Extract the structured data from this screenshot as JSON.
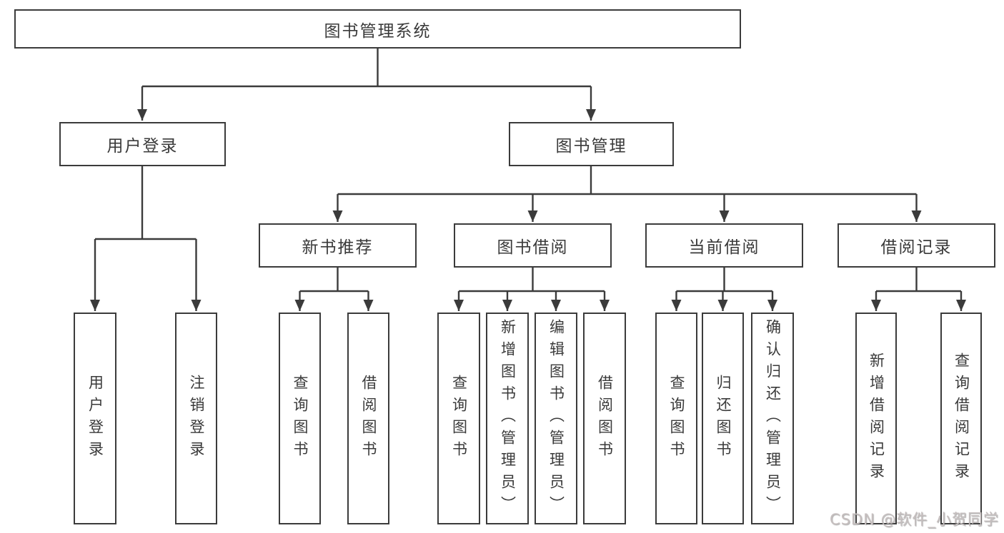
{
  "watermark": {
    "text": "CSDN @软件_小贺同学"
  },
  "colors": {
    "line": "#3b3b3b",
    "text": "#3a3a3a",
    "background": "#ffffff",
    "watermark": "#c6bfbf"
  },
  "tree": {
    "root": {
      "label": "图书管理系统"
    },
    "branches": [
      {
        "label": "用户登录",
        "children": [
          {
            "label": "用户登录"
          },
          {
            "label": "注销登录"
          }
        ]
      },
      {
        "label": "图书管理",
        "children": [
          {
            "label": "新书推荐",
            "children": [
              {
                "label": "查询图书"
              },
              {
                "label": "借阅图书"
              }
            ]
          },
          {
            "label": "图书借阅",
            "children": [
              {
                "label": "查询图书"
              },
              {
                "label": "新增图书（管理员）"
              },
              {
                "label": "编辑图书（管理员）"
              },
              {
                "label": "借阅图书"
              }
            ]
          },
          {
            "label": "当前借阅",
            "children": [
              {
                "label": "查询图书"
              },
              {
                "label": "归还图书"
              },
              {
                "label": "确认归还（管理员）"
              }
            ]
          },
          {
            "label": "借阅记录",
            "children": [
              {
                "label": "新增借阅记录"
              },
              {
                "label": "查询借阅记录"
              }
            ]
          }
        ]
      }
    ]
  }
}
